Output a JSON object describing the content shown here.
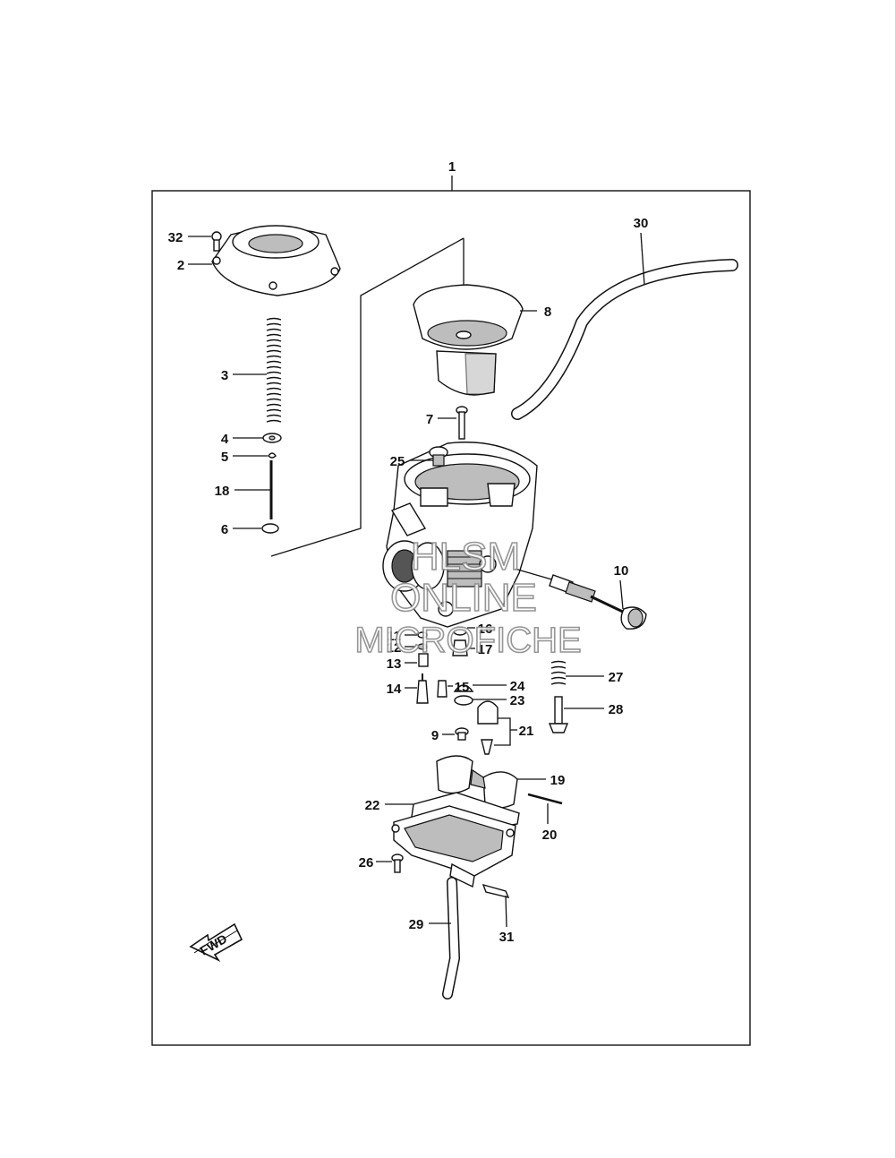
{
  "diagram": {
    "assembly_label": "1",
    "part_labels": [
      "32",
      "2",
      "3",
      "4",
      "5",
      "18",
      "6",
      "8",
      "30",
      "7",
      "25",
      "10",
      "11",
      "12",
      "13",
      "16",
      "17",
      "14",
      "15",
      "24",
      "23",
      "27",
      "28",
      "9",
      "21",
      "19",
      "22",
      "20",
      "26",
      "29",
      "31"
    ],
    "fwd_label": "FWD",
    "watermark": {
      "line1": "HLSM",
      "line2": "ONLINE",
      "line3": "MICROFICHE"
    }
  }
}
